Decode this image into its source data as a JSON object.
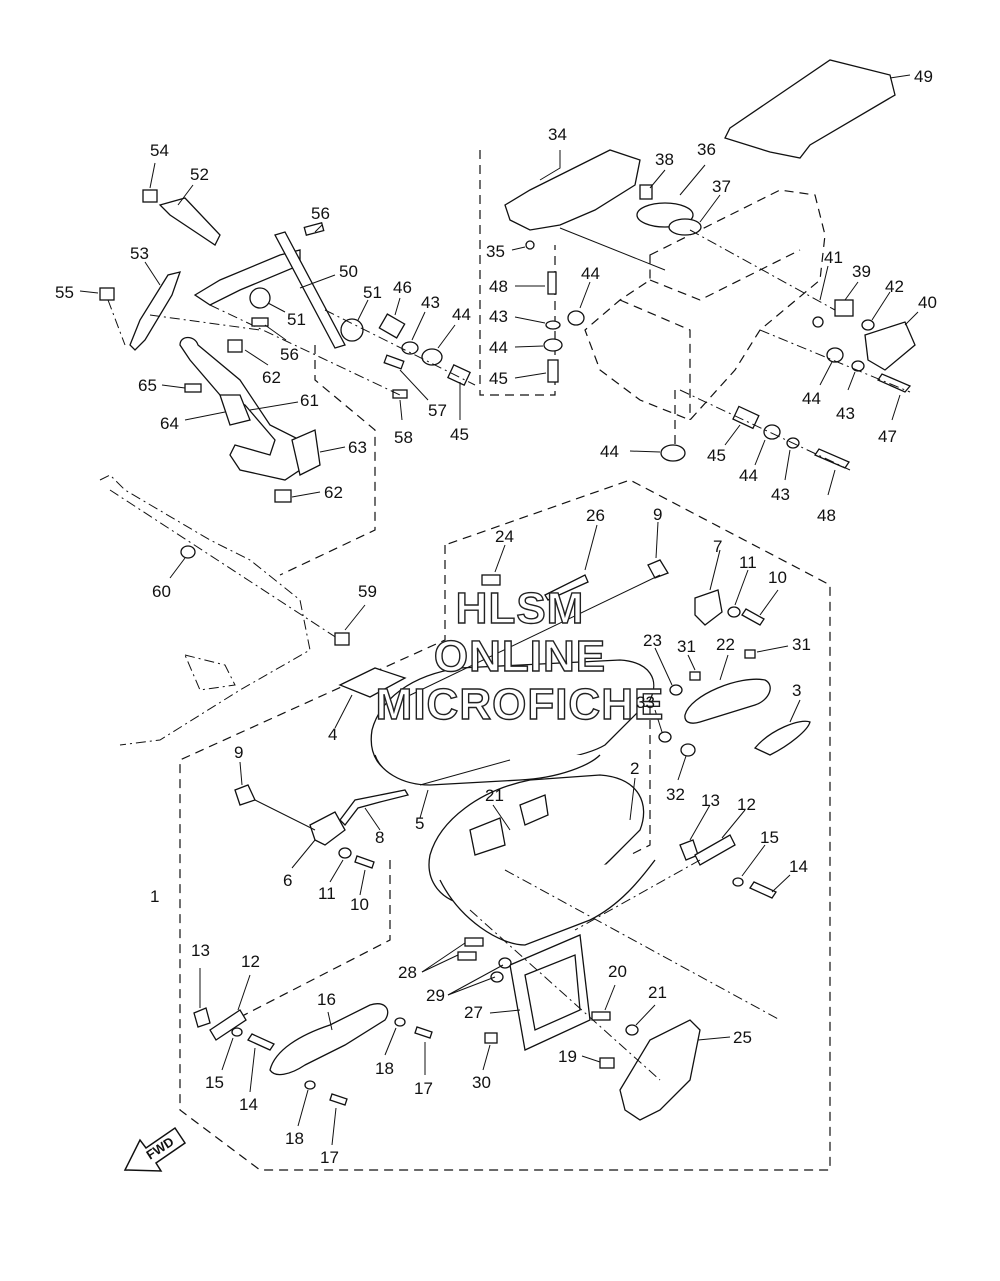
{
  "watermark": {
    "line1": "HLSM",
    "line2": "ONLINE",
    "line3": "MICROFICHE"
  },
  "direction_label": "FWD",
  "callouts": {
    "c1": "1",
    "c2": "2",
    "c3": "3",
    "c4": "4",
    "c5": "5",
    "c6": "6",
    "c7": "7",
    "c8": "8",
    "c9a": "9",
    "c9b": "9",
    "c10a": "10",
    "c10b": "10",
    "c11a": "11",
    "c11b": "11",
    "c12a": "12",
    "c12b": "12",
    "c13a": "13",
    "c13b": "13",
    "c14a": "14",
    "c14b": "14",
    "c15a": "15",
    "c15b": "15",
    "c16": "16",
    "c17a": "17",
    "c17b": "17",
    "c18a": "18",
    "c18b": "18",
    "c19": "19",
    "c20": "20",
    "c21a": "21",
    "c21b": "21",
    "c22": "22",
    "c23": "23",
    "c24": "24",
    "c25": "25",
    "c26": "26",
    "c27": "27",
    "c28": "28",
    "c29": "29",
    "c30": "30",
    "c31a": "31",
    "c31b": "31",
    "c32": "32",
    "c33": "33",
    "c34": "34",
    "c35": "35",
    "c36": "36",
    "c37": "37",
    "c38": "38",
    "c39": "39",
    "c40": "40",
    "c41": "41",
    "c42": "42",
    "c43a": "43",
    "c43b": "43",
    "c43c": "43",
    "c43d": "43",
    "c44a": "44",
    "c44b": "44",
    "c44c": "44",
    "c44d": "44",
    "c44e": "44",
    "c44f": "44",
    "c45a": "45",
    "c45b": "45",
    "c45c": "45",
    "c46": "46",
    "c47": "47",
    "c48a": "48",
    "c48b": "48",
    "c49": "49",
    "c50": "50",
    "c51a": "51",
    "c51b": "51",
    "c52": "52",
    "c53": "53",
    "c54": "54",
    "c55": "55",
    "c56a": "56",
    "c56b": "56",
    "c57": "57",
    "c58": "58",
    "c59": "59",
    "c60": "60",
    "c61": "61",
    "c62a": "62",
    "c62b": "62",
    "c63": "63",
    "c64": "64",
    "c65": "65"
  }
}
